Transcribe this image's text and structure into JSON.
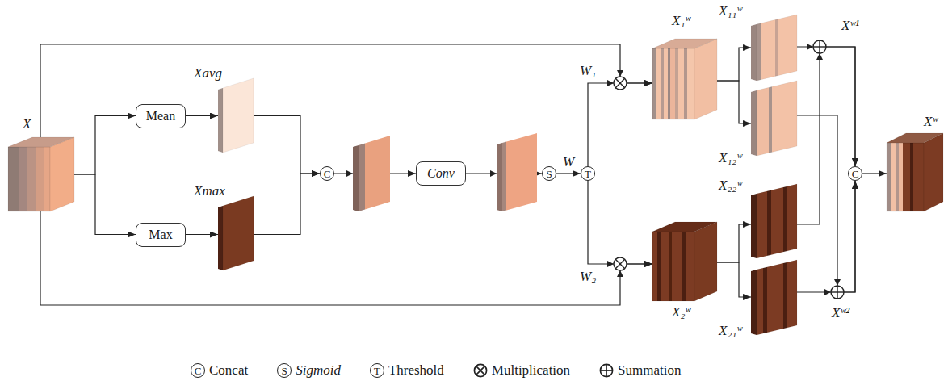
{
  "diagram": {
    "nodes": [
      {
        "text": [
          "X"
        ]
      },
      {
        "text": [
          "Mean"
        ]
      },
      {
        "text": [
          "Max"
        ]
      },
      {
        "text": [
          "Xavg"
        ]
      },
      {
        "text": [
          "Xmax"
        ]
      },
      {
        "text": [
          "C"
        ]
      },
      {
        "text": [
          "Conv"
        ]
      },
      {
        "text": [
          "S"
        ]
      },
      {
        "text": [
          "T"
        ]
      },
      {
        "text": [
          "X₁ʷ"
        ]
      },
      {
        "text": [
          "X₁₁ʷ"
        ]
      },
      {
        "text": [
          "X₁₂ʷ"
        ]
      },
      {
        "text": [
          "X₂ʷ"
        ]
      },
      {
        "text": [
          "X₂₂ʷ"
        ]
      },
      {
        "text": [
          "X₂₁ʷ"
        ]
      },
      {
        "text": [
          "C"
        ]
      },
      {
        "text": [
          "Xʷ"
        ]
      }
    ],
    "edges": [
      {
        "from": 0,
        "to": 1,
        "arrow": "to"
      },
      {
        "from": 0,
        "to": 2,
        "arrow": "to"
      },
      {
        "from": 1,
        "to": 3,
        "arrow": "to"
      },
      {
        "from": 2,
        "to": 4,
        "arrow": "to"
      },
      {
        "from": 3,
        "to": 5,
        "arrow": "to"
      },
      {
        "from": 4,
        "to": 5,
        "arrow": "to"
      },
      {
        "from": 5,
        "to": 6,
        "arrow": "to"
      },
      {
        "from": 6,
        "to": 7,
        "arrow": "to"
      },
      {
        "from": 7,
        "to": 8,
        "label": "W",
        "arrow": "to"
      },
      {
        "from": 8,
        "to": 9,
        "label": "W₁",
        "arrow": "to"
      },
      {
        "from": 8,
        "to": 12,
        "label": "W₂",
        "arrow": "to"
      },
      {
        "from": 0,
        "to": 9,
        "arrow": "to"
      },
      {
        "from": 0,
        "to": 12,
        "arrow": "to"
      },
      {
        "from": 9,
        "to": 10,
        "arrow": "to"
      },
      {
        "from": 9,
        "to": 11,
        "arrow": "to"
      },
      {
        "from": 12,
        "to": 13,
        "arrow": "to"
      },
      {
        "from": 12,
        "to": 14,
        "arrow": "to"
      },
      {
        "from": 10,
        "to": 15,
        "arrow": "to"
      },
      {
        "from": 13,
        "to": 15,
        "arrow": "to"
      },
      {
        "from": 11,
        "to": 15,
        "arrow": "to"
      },
      {
        "from": 14,
        "to": 15,
        "arrow": "to"
      },
      {
        "from": 15,
        "to": 16,
        "arrow": "to"
      }
    ],
    "labels": [
      "Xʷ¹",
      "Xʷ²",
      "C",
      "S",
      "T"
    ],
    "legend": [
      {
        "text": "Concat"
      },
      {
        "text": "Sigmoid"
      },
      {
        "text": "Threshold"
      },
      {
        "text": "Multiplication"
      },
      {
        "text": "Summation"
      }
    ]
  }
}
